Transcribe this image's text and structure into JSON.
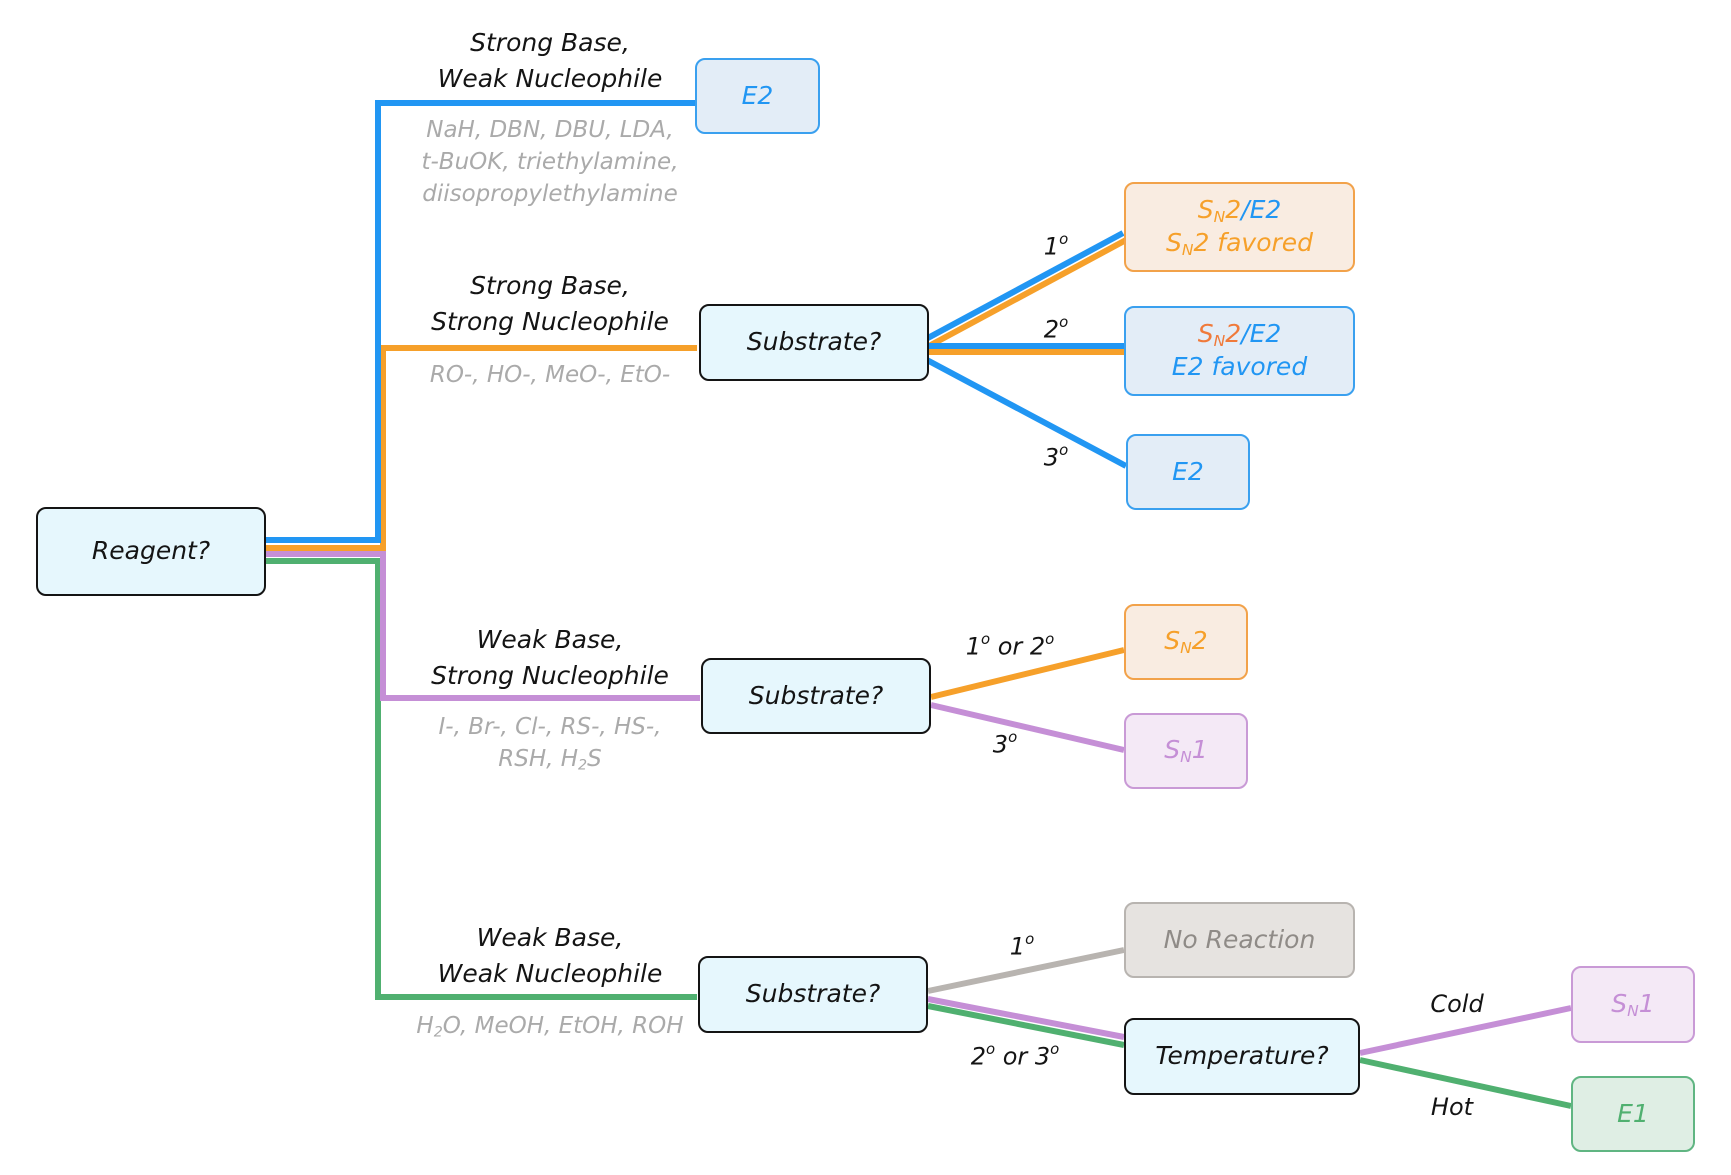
{
  "nodes": {
    "reagent": "Reagent?",
    "substrate_1": "Substrate?",
    "substrate_2": "Substrate?",
    "substrate_3": "Substrate?",
    "temperature": "Temperature?"
  },
  "branches": {
    "sb_wn": {
      "label_line1": "Strong Base,",
      "label_line2": "Weak Nucleophile",
      "examples_line1": "NaH, DBN, DBU, LDA,",
      "examples_line2": "t-BuOK, triethylamine,",
      "examples_line3": "diisopropylethylamine"
    },
    "sb_sn": {
      "label_line1": "Strong Base,",
      "label_line2": "Strong Nucleophile",
      "examples_line1": "RO-, HO-, MeO-, EtO-"
    },
    "wb_sn": {
      "label_line1": "Weak Base,",
      "label_line2": "Strong Nucleophile",
      "examples_line1": "I-, Br-, Cl-, RS-, HS-,",
      "examples_line2_pre": "RSH, H",
      "examples_line2_sub": "2",
      "examples_line2_post": "S"
    },
    "wb_wn": {
      "label_line1": "Weak Base,",
      "label_line2": "Weak Nucleophile",
      "examples_pre": "H",
      "examples_sub": "2",
      "examples_post": "O, MeOH, EtOH, ROH"
    }
  },
  "edges": {
    "primary": "1",
    "secondary": "2",
    "tertiary": "3",
    "degree": "o",
    "one_or_two_a": "1",
    "one_or_two_mid": " or 2",
    "three": "3",
    "wb_primary": "1",
    "two_or_three_a": "2",
    "two_or_three_mid": " or 3",
    "cold": "Cold",
    "hot": "Hot"
  },
  "results": {
    "e2_top": "E2",
    "sn2e2_a": {
      "s": "S",
      "n": "N",
      "two": "2",
      "slash": "/",
      "e2": "E2",
      "line2_s": "S",
      "line2_n": "N",
      "line2_rest": "2 favored"
    },
    "sn2e2_b": {
      "s": "S",
      "n": "N",
      "two": "2",
      "slash": "/",
      "e2": "E2",
      "line2": "E2 favored"
    },
    "e2_tertiary": "E2",
    "sn2": {
      "s": "S",
      "n": "N",
      "rest": "2"
    },
    "sn1_a": {
      "s": "S",
      "n": "N",
      "rest": "1"
    },
    "no_reaction": "No Reaction",
    "sn1_b": {
      "s": "S",
      "n": "N",
      "rest": "1"
    },
    "e1": "E1"
  },
  "colors": {
    "blue": "#2196f3",
    "orange": "#f6a02a",
    "purple": "#c58fd6",
    "green": "#50b070",
    "gray": "#b8b4b0",
    "dark": "#141414"
  }
}
